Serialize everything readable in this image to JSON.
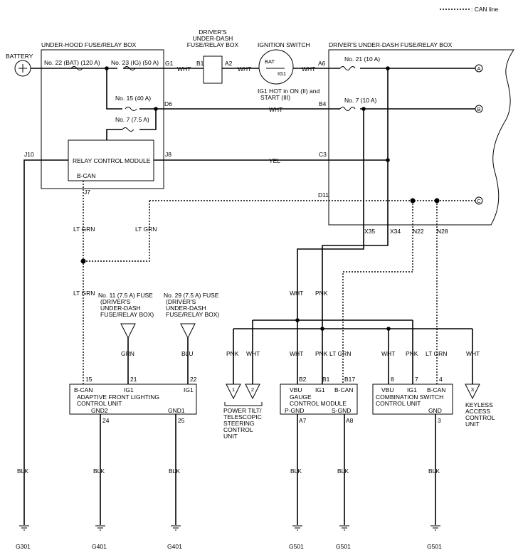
{
  "legend": {
    "can_line": ": CAN line"
  },
  "power": {
    "battery": "BATTERY",
    "underhood_box": "UNDER-HOOD FUSE/RELAY BOX",
    "fuse_22": "No. 22 (BAT) (120 A)",
    "fuse_23": "No. 23 (IG) (50 A)",
    "fuse_15": "No. 15 (40 A)",
    "fuse_7_75": "No. 7 (7.5 A)",
    "relay_module": "RELAY CONTROL MODULE",
    "bcan": "B-CAN",
    "pin_g1": "G1",
    "pin_d6": "D6",
    "pin_j8": "J8",
    "pin_j10": "J10",
    "pin_j7": "J7",
    "dash_box_small_1": "DRIVER'S",
    "dash_box_small_2": "UNDER-DASH",
    "dash_box_small_3": "FUSE/RELAY BOX",
    "pin_b1": "B1",
    "pin_a2": "A2",
    "ign_title": "IGNITION SWITCH",
    "ign_bat": "BAT",
    "ign_ig1": "IG1",
    "ign_note_1": "IG1 HOT in ON (II) and",
    "ign_note_2": "START (III)",
    "dash_box": "DRIVER'S UNDER-DASH FUSE/RELAY BOX",
    "fuse_21": "No. 21 (10 A)",
    "fuse_7_10": "No. 7 (10 A)",
    "pin_a6": "A6",
    "pin_b4": "B4",
    "pin_c3": "C3",
    "pin_d11": "D11",
    "pin_x35": "X35",
    "pin_x34": "X34",
    "pin_n22": "N22",
    "pin_n28": "N28",
    "conn_a": "A",
    "conn_b": "B",
    "conn_c": "C"
  },
  "wires": {
    "wht": "WHT",
    "yel": "YEL",
    "ltgrn": "LT GRN",
    "pnk": "PNK",
    "grn": "GRN",
    "blu": "BLU",
    "blk": "BLK"
  },
  "fuses_lower": {
    "f11_1": "No. 11 (7.5 A) FUSE",
    "f11_2": "(DRIVER'S",
    "f11_3": "UNDER-DASH",
    "f11_4": "FUSE/RELAY BOX)",
    "f29_1": "No. 29 (7.5 A) FUSE",
    "f29_2": "(DRIVER'S",
    "f29_3": "UNDER-DASH",
    "f29_4": "FUSE/RELAY BOX)"
  },
  "afl": {
    "p15": "15",
    "p21": "21",
    "p22": "22",
    "p24": "24",
    "p25": "25",
    "bcan": "B-CAN",
    "ig1a": "IG1",
    "ig1b": "IG1",
    "name1": "ADAPTIVE FRONT LIGHTING",
    "name2": "CONTROL UNIT",
    "gnd2": "GND2",
    "gnd1": "GND1"
  },
  "tilt": {
    "t1": "1",
    "t2": "2",
    "n1": "POWER TILT/",
    "n2": "TELESCOPIC",
    "n3": "STEERING",
    "n4": "CONTROL",
    "n5": "UNIT"
  },
  "gauge": {
    "b2": "B2",
    "b1": "B1",
    "b17": "B17",
    "a7": "A7",
    "a8": "A8",
    "vbu": "VBU",
    "ig1": "IG1",
    "bcan": "B-CAN",
    "name1": "GAUGE",
    "name2": "CONTROL MODULE",
    "pgnd": "P-GND",
    "sgnd": "S-GND"
  },
  "combo": {
    "p8": "8",
    "p7": "7",
    "p4": "4",
    "p3": "3",
    "vbu": "VBU",
    "ig1": "IG1",
    "bcan": "B-CAN",
    "name1": "COMBINATION SWITCH",
    "name2": "CONTROL UNIT",
    "gnd": "GND"
  },
  "keyless": {
    "t3": "3",
    "n1": "KEYLESS",
    "n2": "ACCESS",
    "n3": "CONTROL",
    "n4": "UNIT"
  },
  "grounds": {
    "g301": "G301",
    "g401a": "G401",
    "g401b": "G401",
    "g501a": "G501",
    "g501b": "G501",
    "g501c": "G501"
  }
}
